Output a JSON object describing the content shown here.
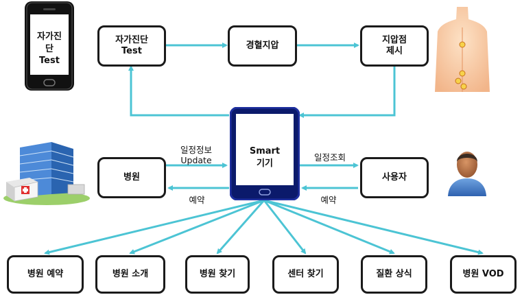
{
  "colors": {
    "arrow": "#4cc4d4",
    "box_border": "#1a1a1a",
    "phone_body": "#111111",
    "device_border": "#1e2f9e",
    "device_body": "#0b1a6b"
  },
  "phone": {
    "line1": "자가진",
    "line2": "단",
    "line3": "Test"
  },
  "top_flow": {
    "self_test": {
      "line1": "자가진단",
      "line2": "Test"
    },
    "acupressure": "경혈지압",
    "point_present": {
      "line1": "지압점",
      "line2": "제시"
    }
  },
  "center": {
    "line1": "Smart",
    "line2": "기기"
  },
  "hospital_box": "병원",
  "user_box": "사용자",
  "edge_labels": {
    "schedule_info": {
      "line1": "일정정보",
      "line2": "Update"
    },
    "hospital_reservation": "예약",
    "schedule_query": "일정조회",
    "user_reservation": "예약"
  },
  "bottom": [
    "병원 예약",
    "병원 소개",
    "병원 찾기",
    "센터 찾기",
    "질환 상식",
    "병원 VOD"
  ],
  "icons": {
    "phone": "smartphone-icon",
    "body": "human-back-acupoints-icon",
    "hospital": "hospital-building-icon",
    "user": "user-avatar-icon"
  }
}
